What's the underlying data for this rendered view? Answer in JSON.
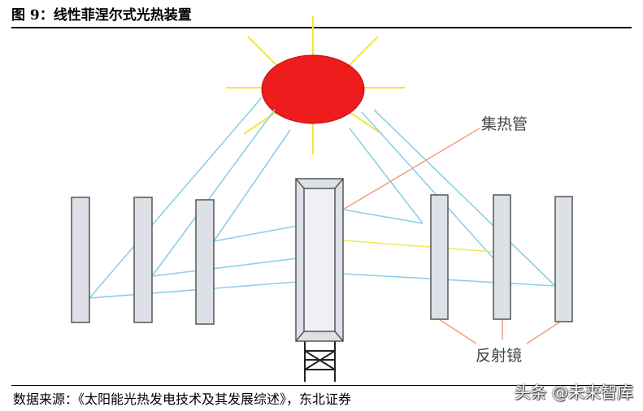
{
  "caption": "图 9：线性菲涅尔式光热装置",
  "labels": {
    "collector_tube": "集热管",
    "reflector": "反射镜"
  },
  "source": "数据来源：《太阳能光热发电技术及其发展综述》，东北证券",
  "watermark": "头条 @未来智库",
  "colors": {
    "sun": "#ee1c1c",
    "sun_rays": "#f5e63a",
    "light_path": "#8ccfe8",
    "reflected_yellow": "#f0e85a",
    "callout_line": "#f0a080",
    "mirror_fill": "#dde0e6",
    "mirror_stroke": "#555555"
  }
}
